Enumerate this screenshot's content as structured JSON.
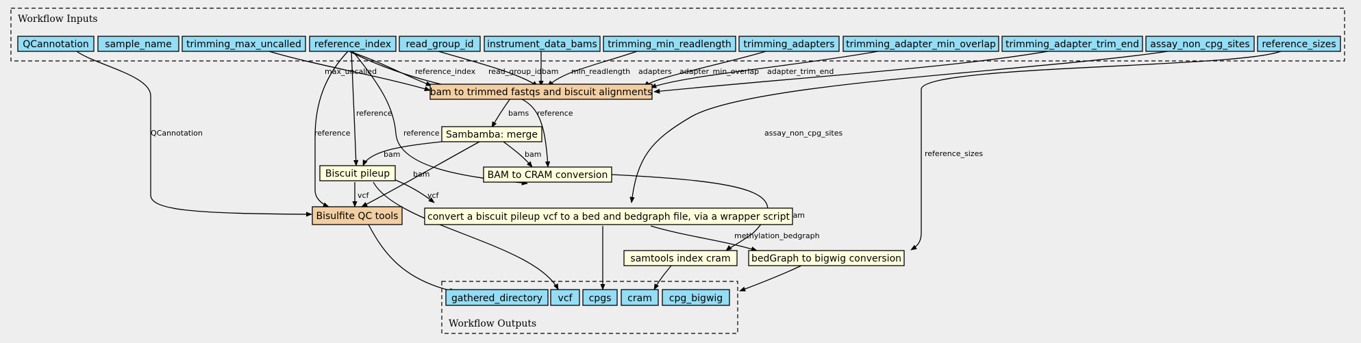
{
  "colors": {
    "background": "#eeeeee",
    "io_node": "#94ddf4",
    "workflow_step": "#f3cea1",
    "tool_step": "#ffffdd",
    "stroke": "#000000"
  },
  "clusters": {
    "inputs": "Workflow Inputs",
    "outputs": "Workflow Outputs"
  },
  "nodes": {
    "QCannotation": "QCannotation",
    "sample_name": "sample_name",
    "trimming_max_uncalled": "trimming_max_uncalled",
    "reference_index": "reference_index",
    "read_group_id": "read_group_id",
    "instrument_data_bams": "instrument_data_bams",
    "trimming_min_readlength": "trimming_min_readlength",
    "trimming_adapters": "trimming_adapters",
    "trimming_adapter_min_overlap": "trimming_adapter_min_overlap",
    "trimming_adapter_trim_end": "trimming_adapter_trim_end",
    "assay_non_cpg_sites": "assay_non_cpg_sites",
    "reference_sizes": "reference_sizes",
    "bam_to_trimmed": "bam to trimmed fastqs and biscuit alignments",
    "sambamba_merge": "Sambamba: merge",
    "biscuit_pileup": "Biscuit pileup",
    "bam_to_cram": "BAM to CRAM conversion",
    "bisulfite_qc": "Bisulfite QC tools",
    "pileup_to_bed": "convert a biscuit pileup vcf to a bed and bedgraph file, via a wrapper script",
    "samtools_index": "samtools index cram",
    "bedgraph_to_bigwig": "bedGraph to bigwig conversion",
    "out_gathered": "gathered_directory",
    "out_vcf": "vcf",
    "out_cpgs": "cpgs",
    "out_cram": "cram",
    "out_bigwig": "cpg_bigwig"
  },
  "edge_labels": {
    "qcannotation": "QCannotation",
    "max_uncalled": "max_uncalled",
    "reference_index": "reference_index",
    "read_group_id": "read_group_id",
    "bam": "bam",
    "min_readlength": "min_readlength",
    "adapters": "adapters",
    "adapter_min_overlap": "adapter_min_overlap",
    "adapter_trim_end": "adapter_trim_end",
    "bams": "bams",
    "reference_cram": "reference",
    "reference_pileup": "reference",
    "reference_qc": "reference",
    "reference_bed": "reference",
    "assay_non_cpg_sites": "assay_non_cpg_sites",
    "reference_sizes": "reference_sizes",
    "bam_pileup": "bam",
    "bam_cram": "bam",
    "bam_qc": "bam",
    "vcf_qc": "vcf",
    "vcf_bed": "vcf",
    "cram": "cram",
    "methylation_bedgraph": "methylation_bedgraph"
  }
}
